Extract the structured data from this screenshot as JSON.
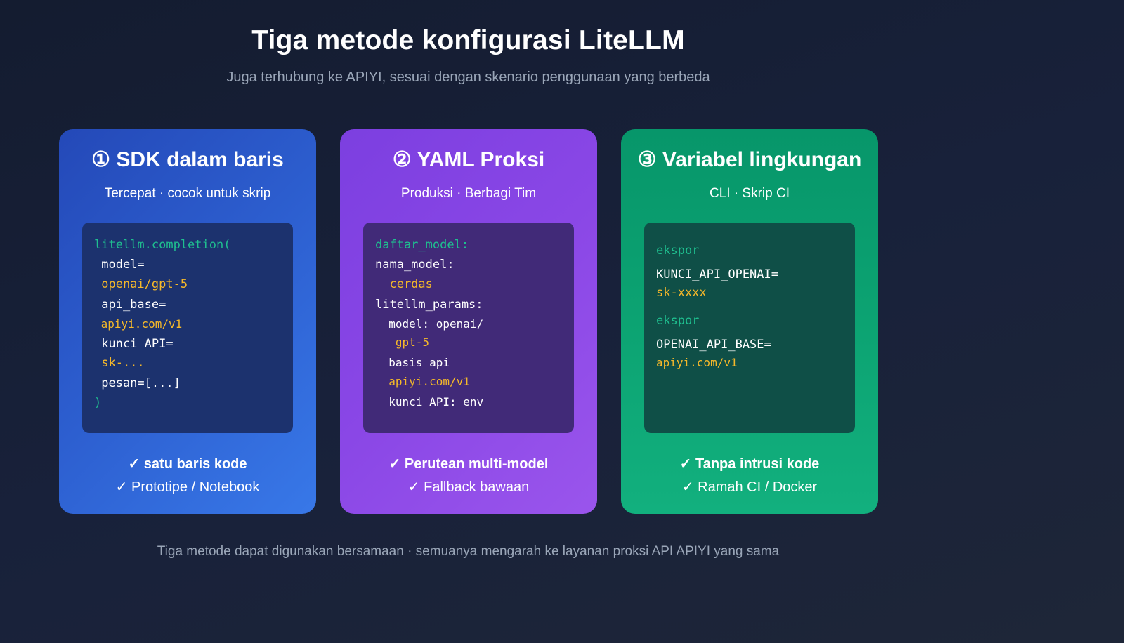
{
  "header": {
    "title": "Tiga metode konfigurasi LiteLLM",
    "subtitle": "Juga terhubung ke APIYI, sesuai dengan skenario penggunaan yang berbeda"
  },
  "cards": [
    {
      "title": "① SDK dalam baris",
      "subtitle": "Tercepat · cocok untuk skrip",
      "color_from": "#2449b8",
      "color_to": "#3878e8",
      "code": [
        {
          "text": "litellm.completion(",
          "type": "kw"
        },
        {
          "text": " model=",
          "type": "plain"
        },
        {
          "text": " openai/gpt-5",
          "type": "str"
        },
        {
          "text": " api_base=",
          "type": "plain"
        },
        {
          "text": " apiyi.com/v1",
          "type": "str"
        },
        {
          "text": " kunci API=",
          "type": "plain"
        },
        {
          "text": " sk-...",
          "type": "str"
        },
        {
          "text": " pesan=[...]",
          "type": "plain"
        },
        {
          "text": ")",
          "type": "kw"
        }
      ],
      "features": [
        "✓ satu baris kode",
        "✓ Prototipe / Notebook"
      ]
    },
    {
      "title": "② YAML Proksi",
      "subtitle": "Produksi · Berbagi Tim",
      "color_from": "#7c3fe0",
      "color_to": "#9a55ec",
      "code": [
        {
          "text": "daftar_model:",
          "type": "kw"
        },
        {
          "text": "nama_model:",
          "type": "plain"
        },
        {
          "text": "  cerdas",
          "type": "str"
        },
        {
          "text": "litellm_params:",
          "type": "plain"
        },
        {
          "text": "  model: openai/",
          "type": "plain"
        },
        {
          "text": "   gpt-5",
          "type": "str"
        },
        {
          "text": "  basis_api",
          "type": "plain"
        },
        {
          "text": "  apiyi.com/v1",
          "type": "str"
        },
        {
          "text": "  kunci API: env",
          "type": "plain"
        }
      ],
      "features": [
        "✓ Perutean multi-model",
        "✓ Fallback bawaan"
      ]
    },
    {
      "title": "③ Variabel lingkungan",
      "subtitle": "CLI · Skrip CI",
      "color_from": "#07966a",
      "color_to": "#12b07e",
      "code": [
        {
          "text": "ekspor",
          "type": "kw"
        },
        {
          "text": "KUNCI_API_OPENAI=",
          "type": "plain"
        },
        {
          "text": "sk-xxxx",
          "type": "str"
        },
        {
          "text": "ekspor",
          "type": "kw"
        },
        {
          "text": "OPENAI_API_BASE=",
          "type": "plain"
        },
        {
          "text": "apiyi.com/v1",
          "type": "str"
        }
      ],
      "features": [
        "✓ Tanpa intrusi kode",
        "✓ Ramah CI / Docker"
      ]
    }
  ],
  "colors": {
    "keyword": "#1fbf8f",
    "string": "#f5b82a",
    "plain": "#ffffff",
    "background": "#161e33"
  },
  "footer": "Tiga metode dapat digunakan bersamaan · semuanya mengarah ke layanan proksi API APIYI yang sama"
}
